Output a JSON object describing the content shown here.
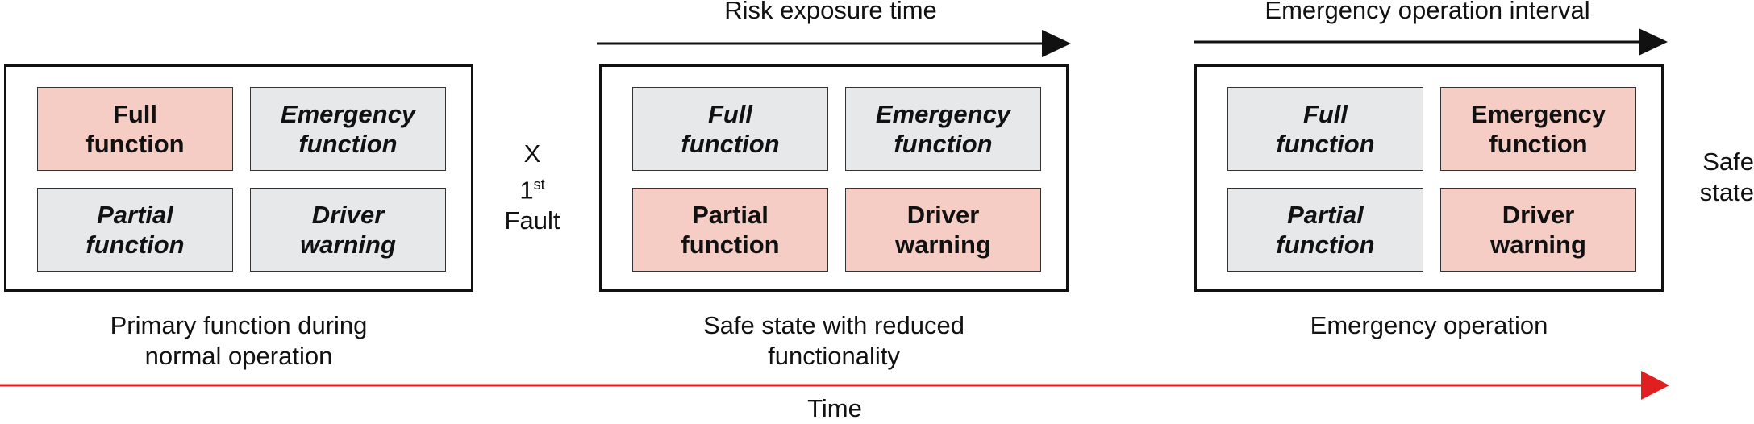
{
  "panels": [
    {
      "caption": "Primary function during\nnormal operation",
      "cells": [
        {
          "label": "Full\nfunction",
          "state": "active"
        },
        {
          "label": "Emergency\nfunction",
          "state": "inactive"
        },
        {
          "label": "Partial\nfunction",
          "state": "inactive"
        },
        {
          "label": "Driver\nwarning",
          "state": "inactive"
        }
      ]
    },
    {
      "caption": "Safe state with reduced\nfunctionality",
      "cells": [
        {
          "label": "Full\nfunction",
          "state": "inactive"
        },
        {
          "label": "Emergency\nfunction",
          "state": "inactive"
        },
        {
          "label": "Partial\nfunction",
          "state": "active"
        },
        {
          "label": "Driver\nwarning",
          "state": "active"
        }
      ]
    },
    {
      "caption": "Emergency operation",
      "cells": [
        {
          "label": "Full\nfunction",
          "state": "inactive"
        },
        {
          "label": "Emergency\nfunction",
          "state": "active"
        },
        {
          "label": "Partial\nfunction",
          "state": "inactive"
        },
        {
          "label": "Driver\nwarning",
          "state": "active"
        }
      ]
    }
  ],
  "risk_exposure_label": "Risk exposure time",
  "emergency_interval_label": "Emergency operation interval",
  "fault": {
    "marker": "X",
    "number": "1",
    "ordinal_suffix": "st",
    "word": "Fault"
  },
  "safe_state_label": "Safe\nstate",
  "time_label": "Time",
  "colors": {
    "active_fill": "#f5cdc5",
    "inactive_fill": "#e7e8ea",
    "time_arrow": "#e02020",
    "outline": "#111111"
  }
}
